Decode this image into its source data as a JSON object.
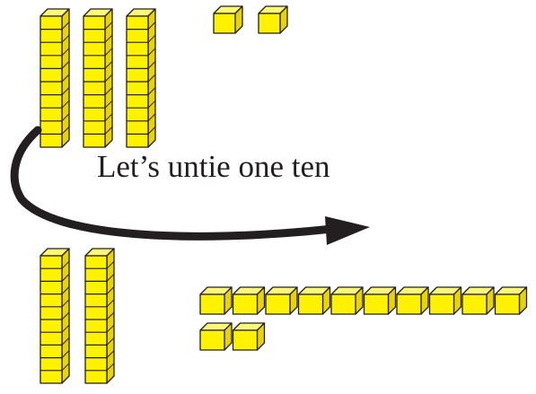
{
  "caption": "Let’s untie one ten",
  "colors": {
    "cube_face": "#fff200",
    "cube_top": "#fff875",
    "cube_side": "#e9d400",
    "outline": "#231f20",
    "arrow": "#231f20",
    "background": "#ffffff"
  },
  "before": {
    "tens_rods": 3,
    "ones_cubes": 2
  },
  "after": {
    "tens_rods": 2,
    "ones_cubes": 12
  },
  "ten_rod_cubes": 10
}
